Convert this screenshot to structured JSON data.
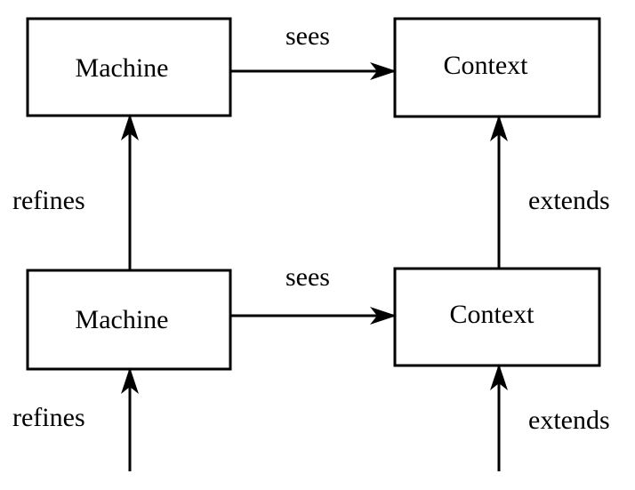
{
  "diagram": {
    "nodes": {
      "machine_top": {
        "label": "Machine"
      },
      "context_top": {
        "label": "Context"
      },
      "machine_bottom": {
        "label": "Machine"
      },
      "context_bottom": {
        "label": "Context"
      }
    },
    "edges": {
      "sees_top": {
        "label": "sees"
      },
      "sees_bottom": {
        "label": "sees"
      },
      "refines_upper": {
        "label": "refines"
      },
      "refines_lower": {
        "label": "refines"
      },
      "extends_upper": {
        "label": "extends"
      },
      "extends_lower": {
        "label": "extends"
      }
    }
  }
}
